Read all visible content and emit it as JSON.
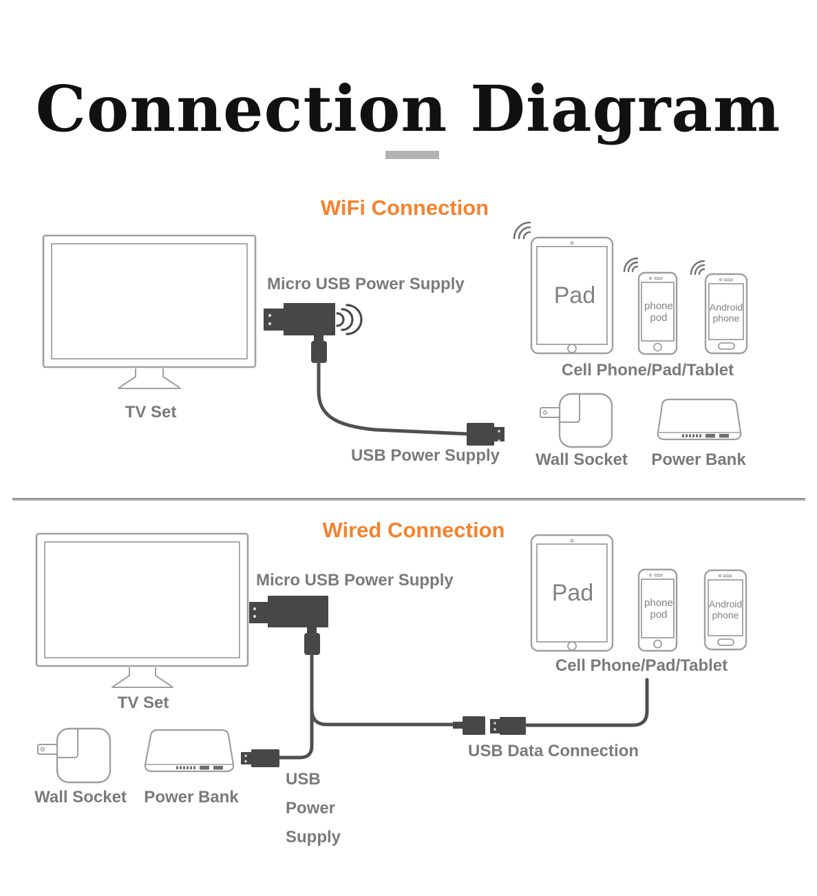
{
  "title": "Connection Diagram",
  "colors": {
    "accent_orange": "#f5822d",
    "label_gray": "#7a7a7a",
    "line_gray": "#9e9e9e",
    "connector_dark": "#474747"
  },
  "wifi": {
    "heading": "WiFi Connection",
    "tv_label": "TV Set",
    "micro_usb_label": "Micro USB Power Supply",
    "usb_power_label": "USB Power Supply",
    "devices_label": "Cell Phone/Pad/Tablet",
    "pad_label": "Pad",
    "iphone_line1": "phone",
    "iphone_line2": "pod",
    "android_line1": "Android",
    "android_line2": "phone",
    "wall_socket_label": "Wall Socket",
    "power_bank_label": "Power Bank"
  },
  "wired": {
    "heading": "Wired Connection",
    "tv_label": "TV Set",
    "micro_usb_label": "Micro USB Power Supply",
    "usb_data_label": "USB Data Connection",
    "usb_power_line1": "USB",
    "usb_power_line2": "Power",
    "usb_power_line3": "Supply",
    "devices_label": "Cell Phone/Pad/Tablet",
    "pad_label": "Pad",
    "iphone_line1": "phone",
    "iphone_line2": "pod",
    "android_line1": "Android",
    "android_line2": "phone",
    "wall_socket_label": "Wall Socket",
    "power_bank_label": "Power Bank"
  }
}
